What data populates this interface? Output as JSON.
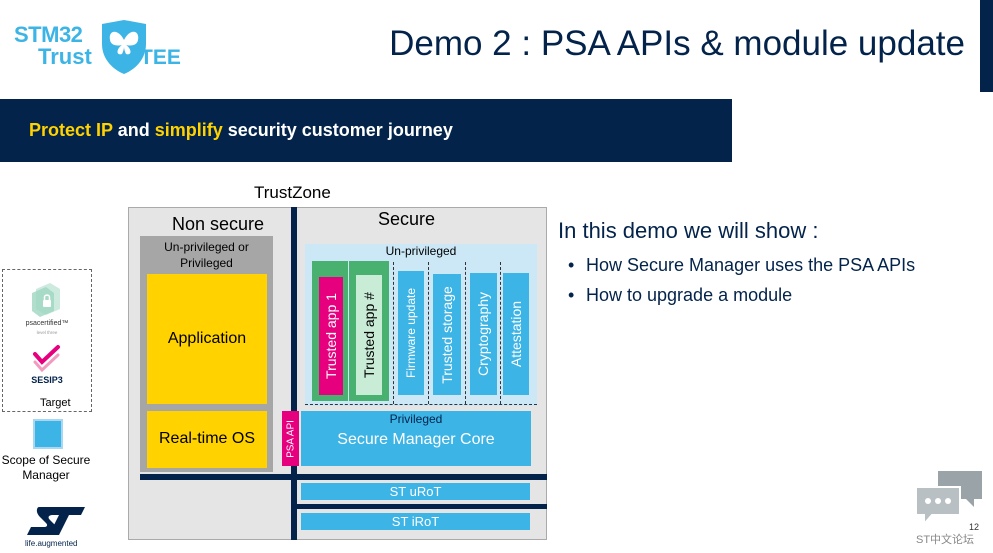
{
  "header": {
    "logo_stm32": "STM32",
    "logo_trust": "Trust",
    "logo_tee": "TEE",
    "title": "Demo 2 : PSA APIs & module update"
  },
  "banner": {
    "part1": "Protect IP",
    "part2": " and ",
    "part3": "simplify",
    "part4": " security customer journey"
  },
  "legend": {
    "psa_text": "psacertified™",
    "psa_sub": "level three",
    "sesip_text": "SESIP3",
    "target_label": "Target",
    "scope_label": "Scope of Secure Manager",
    "st_tagline": "life.augmented"
  },
  "diagram": {
    "trustzone_label": "TrustZone",
    "non_secure_title": "Non secure",
    "secure_title": "Secure",
    "ns_privilege_label": "Un-privileged or Privileged",
    "application_label": "Application",
    "rtos_label": "Real-time OS",
    "psa_api_label": "PSA API",
    "secure_unprivileged_label": "Un-privileged",
    "trusted_app_1": "Trusted app 1",
    "trusted_app_n": "Trusted app #",
    "firmware_update": "Firmware update",
    "trusted_storage": "Trusted storage",
    "cryptography": "Cryptography",
    "attestation": "Attestation",
    "privileged_label": "Privileged",
    "secure_manager_core": "Secure Manager Core",
    "st_urot": "ST uRoT",
    "st_irot": "ST iRoT"
  },
  "content": {
    "heading": "In this demo we will show :",
    "bullets": [
      "How Secure Manager uses the PSA APIs",
      "How to upgrade a module"
    ],
    "bullet_marker": "•"
  },
  "footer": {
    "page_number": "12",
    "forum_text": "ST中文论坛"
  },
  "colors": {
    "navy": "#03234b",
    "st_blue": "#3cb4e6",
    "yellow": "#ffd200",
    "magenta": "#e6007e",
    "green": "#49b170"
  }
}
